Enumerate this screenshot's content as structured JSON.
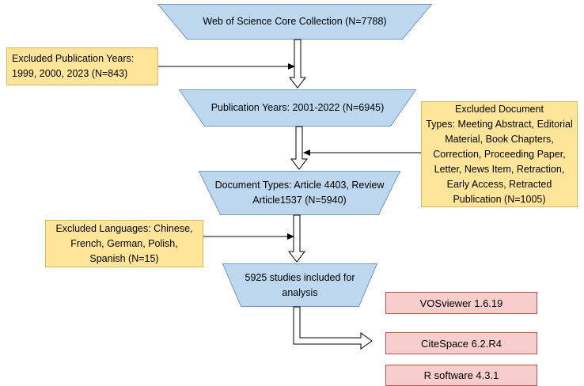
{
  "diagram": {
    "nodes": {
      "wos": {
        "label": "Web of Science Core Collection (N=7788)"
      },
      "publication_years": {
        "label": "Publication Years: 2001-2022 (N=6945)"
      },
      "document_types": {
        "label": "Document Types: Article 4403, Review\nArticle1537 (N=5940)"
      },
      "included_studies": {
        "label": "5925 studies included for\nanalysis"
      },
      "excluded_publication_years": {
        "label": "Excluded Publication Years:\n1999, 2000, 2023 (N=843)"
      },
      "excluded_document_types": {
        "label": "Excluded Document\nTypes: Meeting Abstract, Editorial\nMaterial, Book Chapters,\nCorrection, Proceeding Paper,\nLetter, News Item, Retraction,\nEarly Access, Retracted\nPublication (N=1005)"
      },
      "excluded_languages": {
        "label": "Excluded Languages: Chinese,\nFrench, German, Polish,\nSpanish (N=15)"
      },
      "vosviewer": {
        "label": "VOSviewer 1.6.19"
      },
      "citespace": {
        "label": "CiteSpace 6.2.R4"
      },
      "r_software": {
        "label": "R software 4.3.1"
      }
    },
    "colors": {
      "funnel_fill": "#BCD7EE",
      "funnel_stroke": "#7A99B8",
      "exclusion_fill": "#FFE599",
      "exclusion_stroke": "#D6B656",
      "tool_fill": "#F8CECC",
      "tool_stroke": "#B85450",
      "arrow_outline": "#000000",
      "arrow_fill": "#FFFFFF"
    }
  }
}
